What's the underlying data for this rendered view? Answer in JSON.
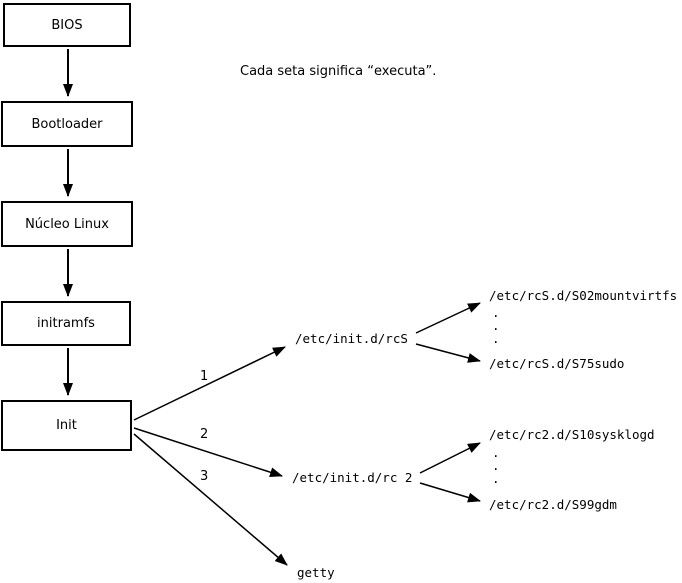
{
  "caption": "Cada seta significa “executa”.",
  "flow": {
    "bios": "BIOS",
    "bootloader": "Bootloader",
    "kernel": "Núcleo Linux",
    "initramfs": "initramfs",
    "init": "Init"
  },
  "branches": {
    "b1": {
      "number": "1",
      "target": "/etc/init.d/rcS"
    },
    "b2": {
      "number": "2",
      "target": "/etc/init.d/rc 2"
    },
    "b3": {
      "number": "3",
      "target": "getty"
    }
  },
  "rcS_children": {
    "first": "/etc/rcS.d/S02mountvirtfs",
    "ellipsis": ".\n.\n.",
    "last": "/etc/rcS.d/S75sudo"
  },
  "rc2_children": {
    "first": "/etc/rc2.d/S10sysklogd",
    "ellipsis": ".\n.\n.",
    "last": "/etc/rc2.d/S99gdm"
  },
  "colors": {
    "line": "#000000",
    "background": "#ffffff"
  }
}
